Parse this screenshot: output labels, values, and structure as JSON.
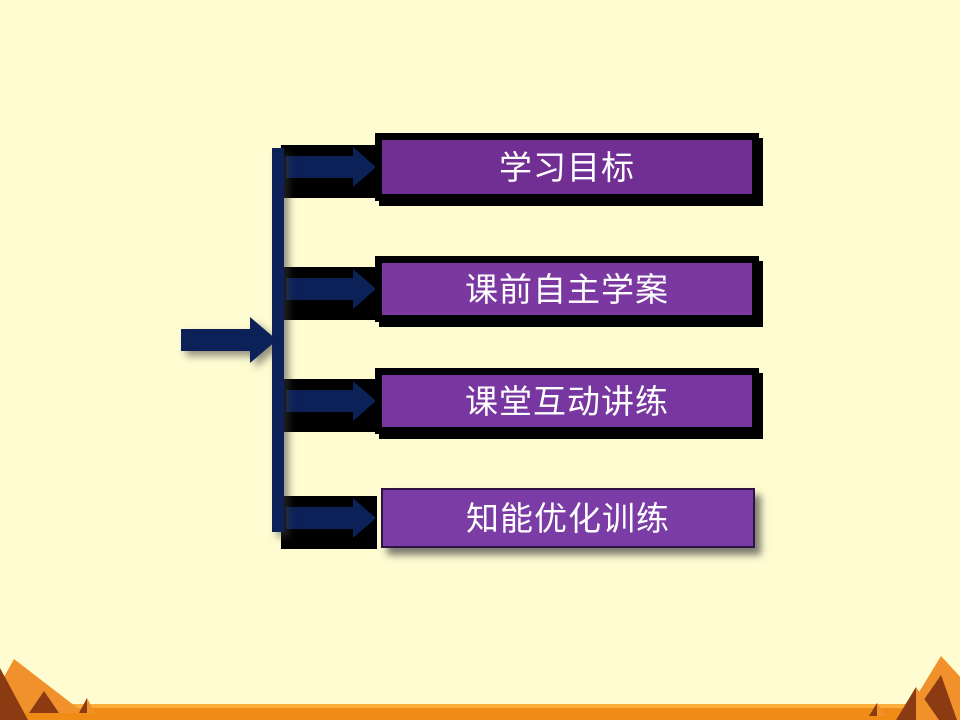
{
  "slide": {
    "description": "courseware navigation diagram with four menu boxes",
    "items": [
      {
        "label": "学习目标",
        "fill": "#712E93",
        "style": "outlined"
      },
      {
        "label": "课前自主学案",
        "fill": "#7A38A0",
        "style": "outlined"
      },
      {
        "label": "课堂互动讲练",
        "fill": "#7837A0",
        "style": "outlined"
      },
      {
        "label": "知能优化训练",
        "fill": "#7C3CA6",
        "style": "soft-shadow"
      }
    ]
  },
  "colors": {
    "background": "#FFFCD2",
    "arrow_navy": "#0B2158",
    "connector_black": "#000000",
    "box_text": "#FFFFFF",
    "footer_light_orange": "#FBAE3C",
    "footer_orange": "#EF8C15",
    "pyramid_orange": "#F0912B",
    "pyramid_brown": "#8C3A11"
  }
}
